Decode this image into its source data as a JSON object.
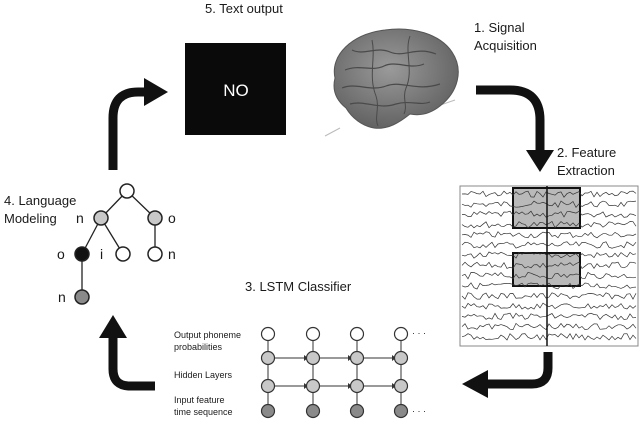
{
  "stages": {
    "text_output": {
      "title": "5. Text output",
      "output_word": "NO"
    },
    "signal_acquisition": {
      "line1": "1. Signal",
      "line2": "Acquisition"
    },
    "feature_extraction": {
      "line1": "2. Feature",
      "line2": "Extraction"
    },
    "lstm_classifier": {
      "title": "3. LSTM Classifier"
    },
    "language_modeling": {
      "line1": "4. Language",
      "line2": "Modeling"
    }
  },
  "lstm_layers": {
    "output_line1": "Output phoneme",
    "output_line2": "probabilities",
    "hidden": "Hidden Layers",
    "input_line1": "Input feature",
    "input_line2": "time sequence",
    "ellipsis": "· · ·"
  },
  "language_tree": {
    "letters": {
      "left_n": "n",
      "right_o": "o",
      "left_o": "o",
      "mid_i": "i",
      "right_n": "n",
      "bottom_n": "n"
    }
  },
  "colors": {
    "arrow": "#111111",
    "output_box": "#0a0a0a",
    "node_white": "#ffffff",
    "node_light": "#c8c8c8",
    "node_dark": "#8a8a8a",
    "node_black": "#111111",
    "brain": "#7d7d7d",
    "eeg_highlight": "#b9b9b9"
  }
}
